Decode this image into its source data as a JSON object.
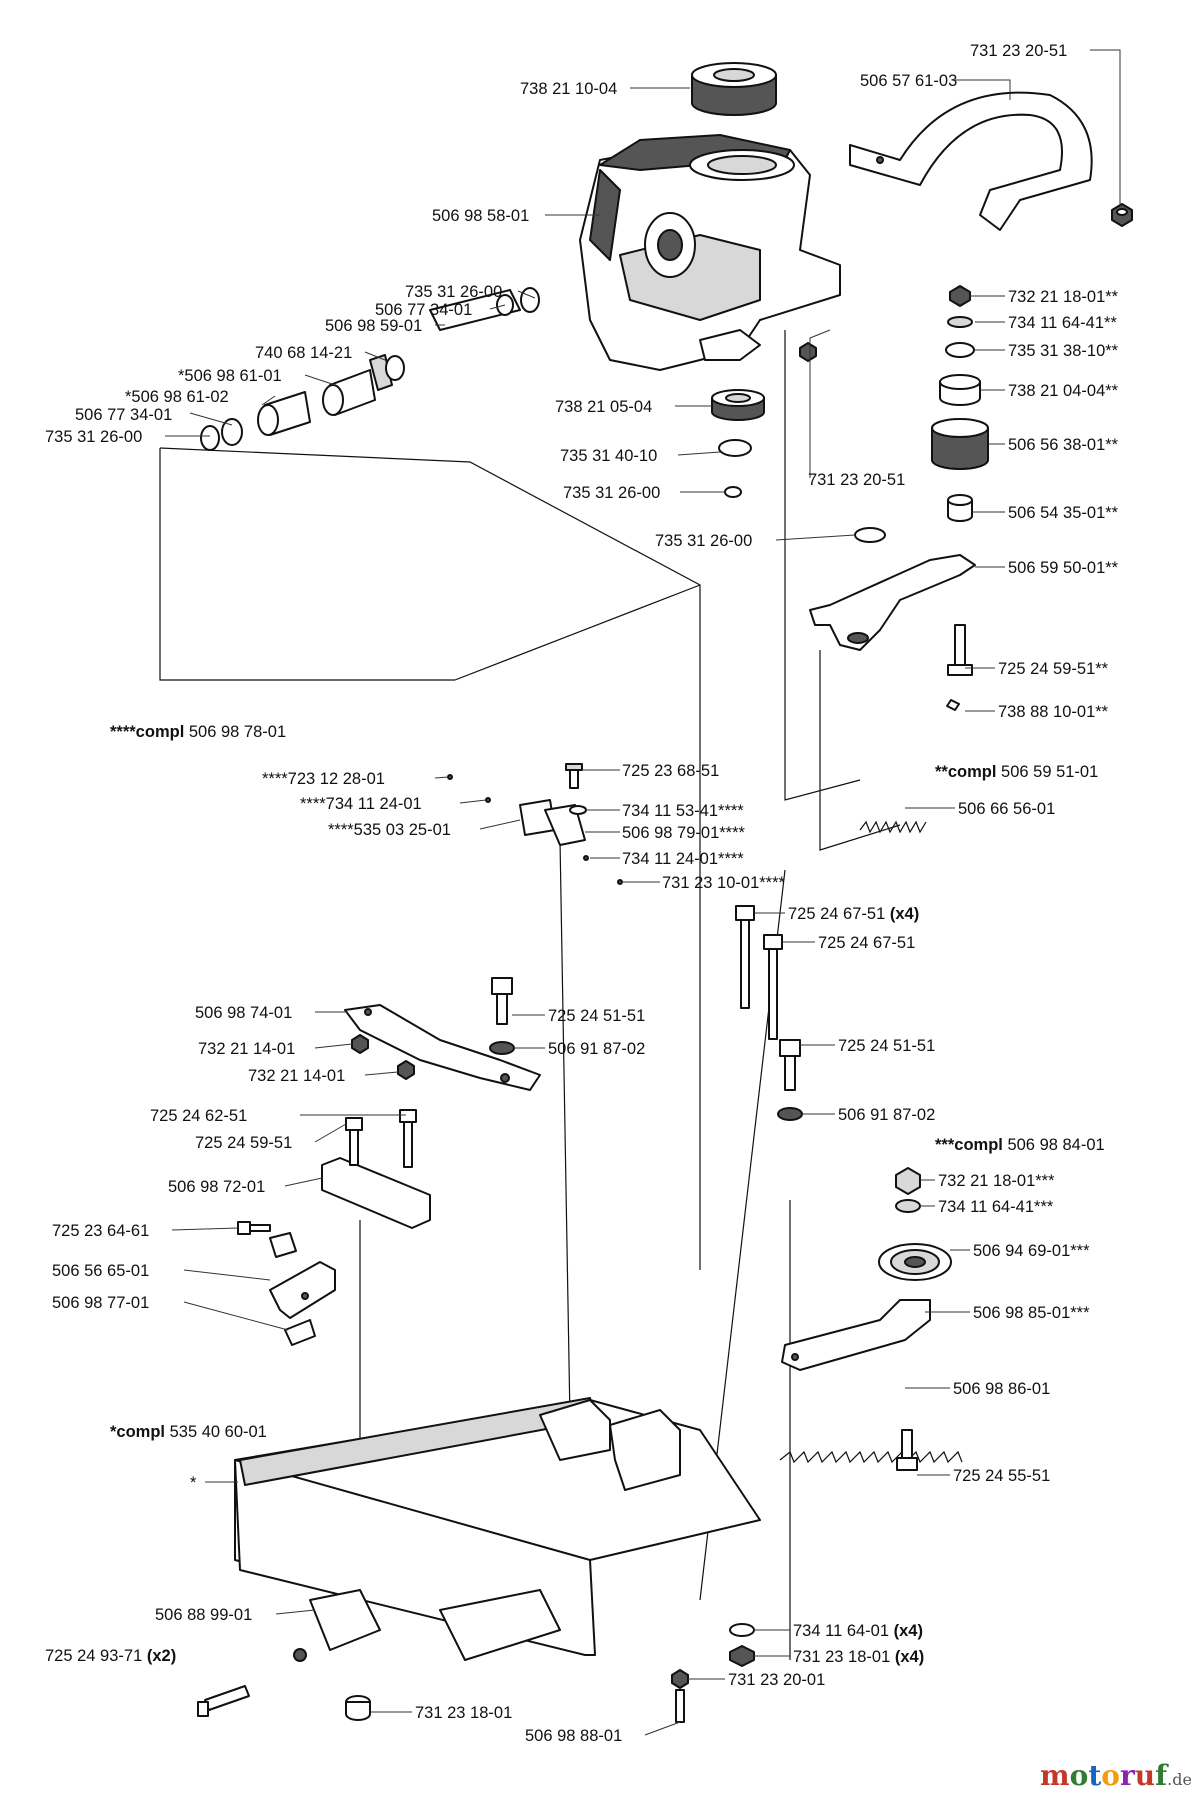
{
  "labels": [
    "731 23 20-51",
    "506 57 61-03",
    "738 21 10-04",
    "506 98 58-01",
    "735 31 26-00",
    "506 77 34-01",
    "506 98 59-01",
    "740 68 14-21",
    "*506 98 61-01",
    "*506 98 61-02",
    "506 77 34-01",
    "735 31 26-00",
    "738 21 05-04",
    "735 31 40-10",
    "735 31 26-00",
    "731 23 20-51",
    "735 31 26-00",
    "732 21 18-01**",
    "734 11 64-41**",
    "735 31 38-10**",
    "738 21 04-04**",
    "506 56 38-01**",
    "506 54 35-01**",
    "506 59 50-01**",
    "725 24 59-51**",
    "738 88 10-01**",
    "506 66 56-01",
    "****723 12 28-01",
    "****734 11 24-01",
    "****535 03 25-01",
    "725 23 68-51",
    "734 11 53-41****",
    "506 98 79-01****",
    "734 11 24-01****",
    "731 23 10-01****",
    "725 24 67-51",
    "725 24 67-51",
    "506 98 74-01",
    "725 24 51-51",
    "732 21 14-01",
    "506 91 87-02",
    "732 21 14-01",
    "725 24 51-51",
    "725 24 62-51",
    "506 91 87-02",
    "725 24 59-51",
    "506 98 72-01",
    "732 21 18-01***",
    "734 11 64-41***",
    "725 23 64-61",
    "506 94 69-01***",
    "506 56 65-01",
    "506 98 77-01",
    "506 98 85-01***",
    "506 98 86-01",
    "*",
    "725 24 55-51",
    "506 88 99-01",
    "734 11 64-01",
    "725 24 93-71",
    "731 23 18-01",
    "731 23 20-01",
    "731 23 18-01",
    "506 98 88-01"
  ],
  "qty": {
    "x4": "(x4)",
    "x2": "(x2)"
  },
  "groups": {
    "g1_prefix": "****compl",
    "g1_num": "506 98 78-01",
    "g2_prefix": "**compl",
    "g2_num": "506 59 51-01",
    "g3_prefix": "***compl",
    "g3_num": "506 98 84-01",
    "g4_prefix": "*compl",
    "g4_num": "535 40 60-01"
  },
  "watermark": {
    "name": "motoruf",
    "tld": ".de",
    "colors": [
      "#c0392b",
      "#2e7d32",
      "#1565c0",
      "#f39c12",
      "#8e24aa",
      "#c0392b",
      "#2e7d32"
    ]
  }
}
